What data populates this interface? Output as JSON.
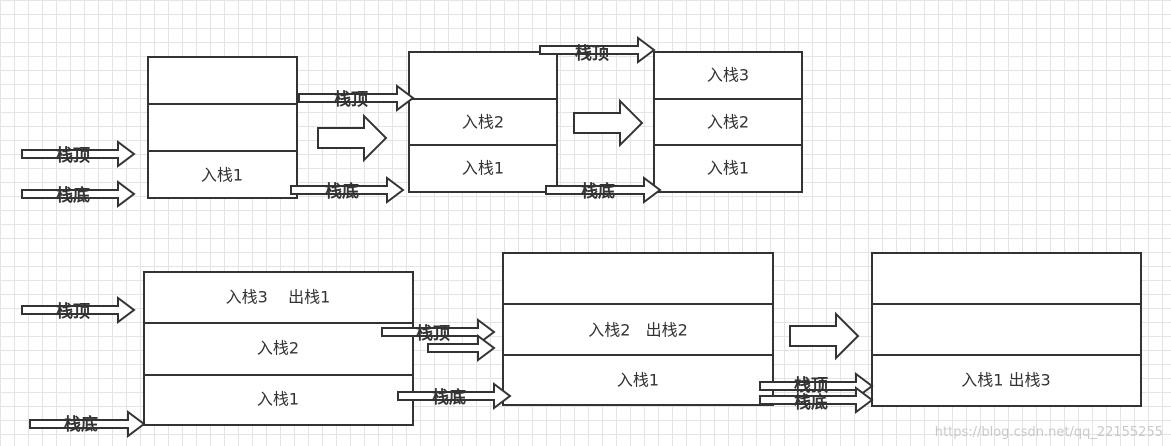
{
  "labels": {
    "top": "栈顶",
    "bottom": "栈底"
  },
  "stacks": [
    {
      "id": "s1",
      "cells": [
        "",
        "",
        "入栈1"
      ]
    },
    {
      "id": "s2",
      "cells": [
        "",
        "入栈2",
        "入栈1"
      ]
    },
    {
      "id": "s3",
      "cells": [
        "入栈3",
        "入栈2",
        "入栈1"
      ]
    },
    {
      "id": "s4",
      "cells": [
        "入栈3    出栈1",
        "入栈2",
        "入栈1"
      ]
    },
    {
      "id": "s5",
      "cells": [
        "",
        "入栈2   出栈2",
        "入栈1"
      ]
    },
    {
      "id": "s6",
      "cells": [
        "",
        "",
        "入栈1 出栈3"
      ]
    }
  ],
  "watermark": "https://blog.csdn.net/qq_22155255"
}
